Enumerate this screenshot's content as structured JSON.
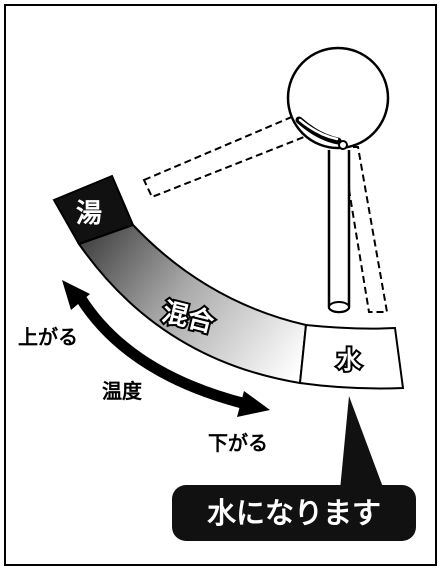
{
  "zone_labels": {
    "hot": "湯",
    "mix": "混合",
    "cold": "水"
  },
  "temperature": {
    "up": "上がる",
    "label": "温度",
    "down": "下がる"
  },
  "callout": "水になります",
  "colors": {
    "line": "#000000",
    "hot_fill": "#111111",
    "callout_bg": "#111111",
    "callout_text": "#ffffff",
    "cold_fill": "#ffffff"
  }
}
